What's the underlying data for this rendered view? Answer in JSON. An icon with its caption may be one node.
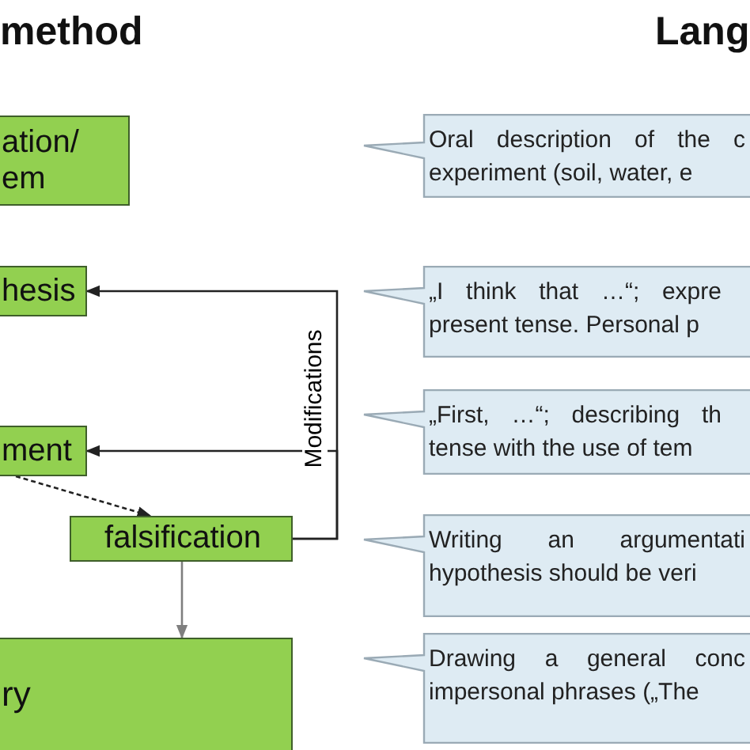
{
  "diagram": {
    "nodes": [
      {
        "text": [
          "ation/ em"
        ]
      },
      {
        "text": [
          "hesis"
        ]
      },
      {
        "text": [
          "ment"
        ]
      },
      {
        "text": [
          "falsification"
        ]
      },
      {
        "text": [
          "ry"
        ]
      },
      {
        "text": [
          "Oral description of the c experiment (soil, water, e"
        ]
      },
      {
        "text": [
          "„I think that …“; expre present tense. Personal p"
        ]
      },
      {
        "text": [
          "„First, …“; describing th tense with the use of tem"
        ]
      },
      {
        "text": [
          "Writing an argumentati hypothesis should be veri"
        ]
      },
      {
        "text": [
          "Drawing a general conc impersonal phrases („The"
        ]
      }
    ],
    "edges": [
      {
        "from": 3,
        "to": 1,
        "arrow": "to",
        "label": "Modifications"
      },
      {
        "from": 3,
        "to": 2,
        "arrow": "to"
      },
      {
        "from": 2,
        "to": 3,
        "arrow": "to",
        "style": "dashed"
      },
      {
        "from": 3,
        "to": 4,
        "arrow": "to",
        "color": "#7f7f7f"
      }
    ],
    "labels": [
      "method",
      "Lang"
    ]
  }
}
